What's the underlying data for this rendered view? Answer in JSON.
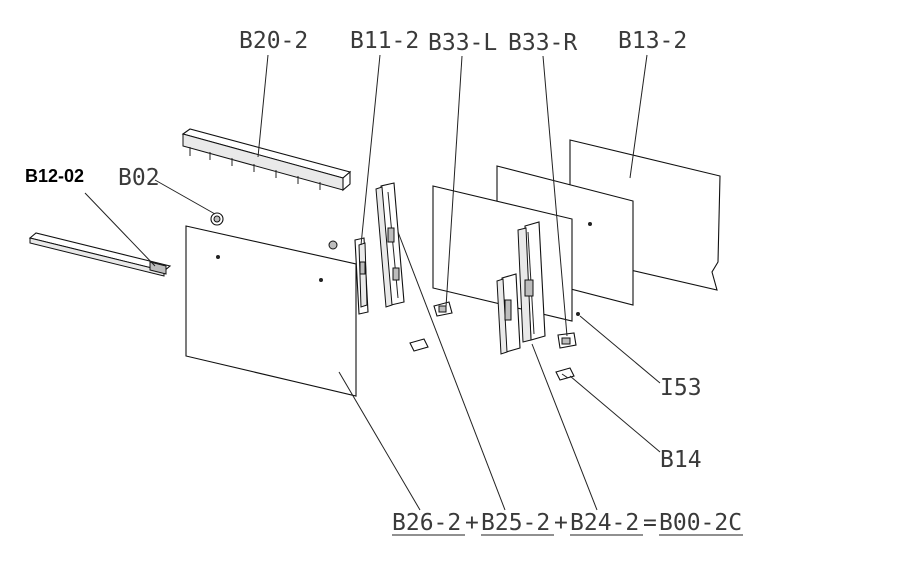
{
  "labels": {
    "b20_2": "B20-2",
    "b11_2": "B11-2",
    "b33_l": "B33-L",
    "b33_r": "B33-R",
    "b13_2": "B13-2",
    "b12_02": "B12-02",
    "b02": "B02",
    "i53": "I53",
    "b14": "B14"
  },
  "formula": {
    "term1": "B26-2",
    "plus1": "+",
    "term2": "B25-2",
    "plus2": "+",
    "term3": "B24-2",
    "equals": "=",
    "result": "B00-2C"
  }
}
